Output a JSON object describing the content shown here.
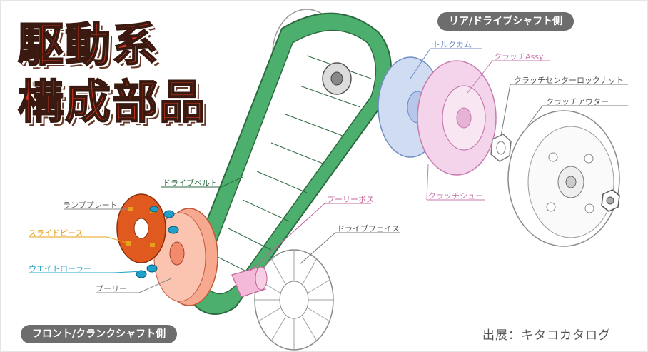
{
  "title": {
    "line1": "駆動系",
    "line2": "構成部品"
  },
  "sections": {
    "rear": "リア/ドライブシャフト側",
    "front": "フロント/クランクシャフト側"
  },
  "labels": {
    "torque_cam": "トルクカム",
    "clutch_assy": "クラッチAssy",
    "clutch_center_lock_nut": "クラッチセンターロックナット",
    "clutch_outer": "クラッチアウター",
    "clutch_shoe": "クラッチシュー",
    "drive_belt": "ドライブベルト",
    "pulley_boss": "プーリーボス",
    "drive_face": "ドライブフェイス",
    "ramp_plate": "ランププレート",
    "slide_piece": "スライドピース",
    "weight_roller": "ウエイトローラー",
    "pulley": "プーリー"
  },
  "source": "出展：キタコカタログ",
  "colors": {
    "belt": "#4caf6e",
    "title_red": "#d9361f",
    "torque_cam_blue": "#8aa6d8",
    "clutch_pink": "#e08cc4",
    "pulley_salmon": "#f28a6b",
    "ramp_orange": "#e05a1f",
    "slide_yellow": "#e6a21a",
    "roller_teal": "#1fa0c8",
    "pill_gray": "#6d6d6d"
  }
}
